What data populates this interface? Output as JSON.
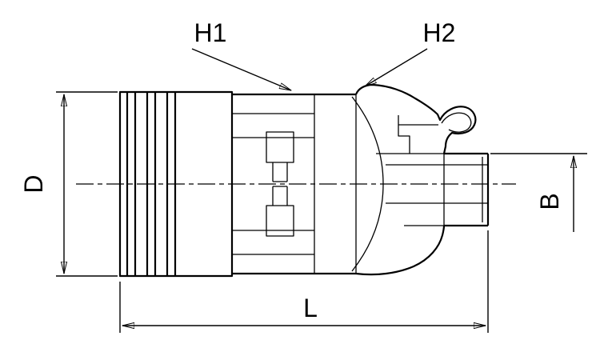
{
  "diagram": {
    "labels": {
      "h1": "H1",
      "h2": "H2",
      "d": "D",
      "b": "B",
      "l": "L"
    },
    "colors": {
      "line": "#000000",
      "background": "#ffffff"
    }
  }
}
